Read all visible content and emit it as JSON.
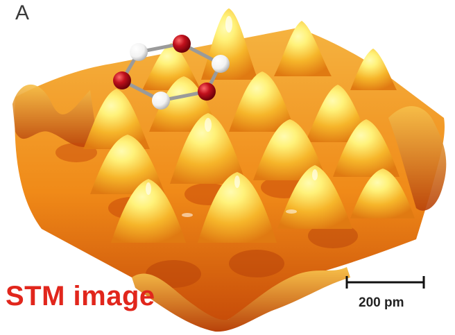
{
  "panel_label": "A",
  "caption": "STM image",
  "scale_bar": {
    "label": "200 pm"
  },
  "colors": {
    "surface_light": "#fff27a",
    "surface_mid": "#f4a81c",
    "surface_dark": "#c8480a",
    "oxygen_atom": "#c0101c",
    "hydrogen_atom": "#f2f2f2",
    "caption_red": "#e1261c"
  },
  "molecule": {
    "oxygen_count": 3,
    "hydrogen_count": 3,
    "ring": "hexagonal"
  },
  "lattice": {
    "peak_rows": 4,
    "peaks_per_row": 4
  }
}
